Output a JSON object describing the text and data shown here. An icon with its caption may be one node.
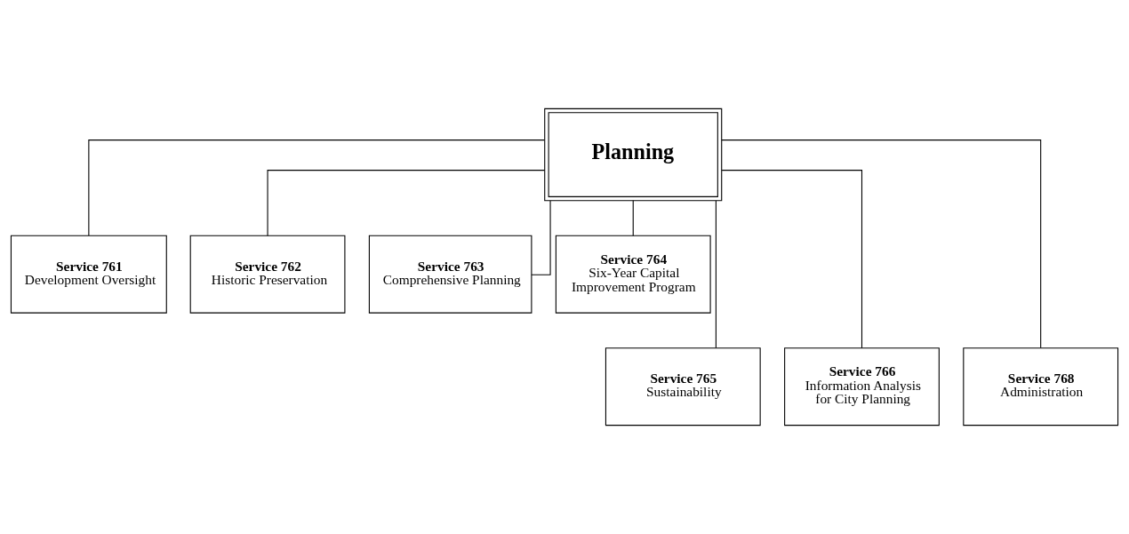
{
  "diagram": {
    "nodes": [
      {
        "text": [
          "Planning"
        ]
      },
      {
        "text": [
          "Service 761",
          "Development Oversight"
        ]
      },
      {
        "text": [
          "Service 762",
          "Historic Preservation"
        ]
      },
      {
        "text": [
          "Service 763",
          "Comprehensive Planning"
        ]
      },
      {
        "text": [
          "Service 764",
          "Six-Year Capital Improvement Program"
        ]
      },
      {
        "text": [
          "Service 765",
          "Sustainability"
        ]
      },
      {
        "text": [
          "Service 766",
          "Information Analysis for City Planning"
        ]
      },
      {
        "text": [
          "Service 768",
          "Administration"
        ]
      }
    ],
    "edges": [
      {
        "from": 0,
        "to": 1,
        "arrow": "none"
      },
      {
        "from": 0,
        "to": 2,
        "arrow": "none"
      },
      {
        "from": 0,
        "to": 3,
        "arrow": "none"
      },
      {
        "from": 0,
        "to": 4,
        "arrow": "none"
      },
      {
        "from": 0,
        "to": 5,
        "arrow": "none"
      },
      {
        "from": 0,
        "to": 6,
        "arrow": "none"
      },
      {
        "from": 0,
        "to": 7,
        "arrow": "none"
      }
    ]
  }
}
